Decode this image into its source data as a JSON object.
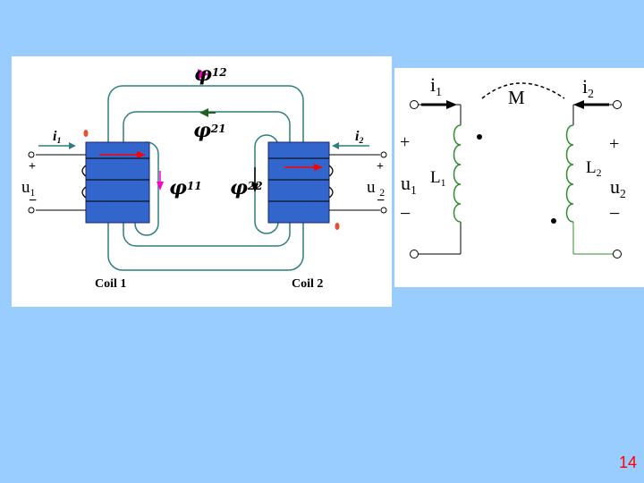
{
  "left_diagram": {
    "current_in_left": {
      "symbol": "i",
      "sub": "1"
    },
    "current_in_right": {
      "symbol": "i",
      "sub": "2"
    },
    "voltage_left": {
      "symbol": "u",
      "sub": "1"
    },
    "voltage_right": {
      "symbol": "u",
      "sub": "2"
    },
    "plus": "+",
    "minus": "−",
    "flux_12": {
      "symbol": "φ",
      "sub": "12"
    },
    "flux_21": {
      "symbol": "φ",
      "sub": "21"
    },
    "flux_11": {
      "symbol": "φ",
      "sub": "11"
    },
    "flux_22": {
      "symbol": "φ",
      "sub": "22"
    },
    "coil1_label": "Coil 1",
    "coil2_label": "Coil 2"
  },
  "right_diagram": {
    "current_left": {
      "symbol": "i",
      "sub": "1"
    },
    "current_right": {
      "symbol": "i",
      "sub": "2"
    },
    "mutual": "M",
    "inductor_left": {
      "symbol": "L",
      "sub": "1"
    },
    "inductor_right": {
      "symbol": "L",
      "sub": "2"
    },
    "voltage_left": {
      "symbol": "u",
      "sub": "1"
    },
    "voltage_right": {
      "symbol": "u",
      "sub": "2"
    },
    "plus": "+",
    "minus": "−"
  },
  "slide_number": "14",
  "colors": {
    "background": "#99ccff",
    "coil_fill": "#3366cc",
    "flux_path": "#2f7f7f",
    "arrow_red": "#ff0000",
    "arrow_magenta": "#ff00cc",
    "arrow_green": "#1f5f1f",
    "inductor": "#2f8f2f",
    "dot_marker": "#e85030"
  },
  "icons": [
    "terminal-circle-icon",
    "polarity-dot-icon",
    "current-arrow-icon"
  ]
}
